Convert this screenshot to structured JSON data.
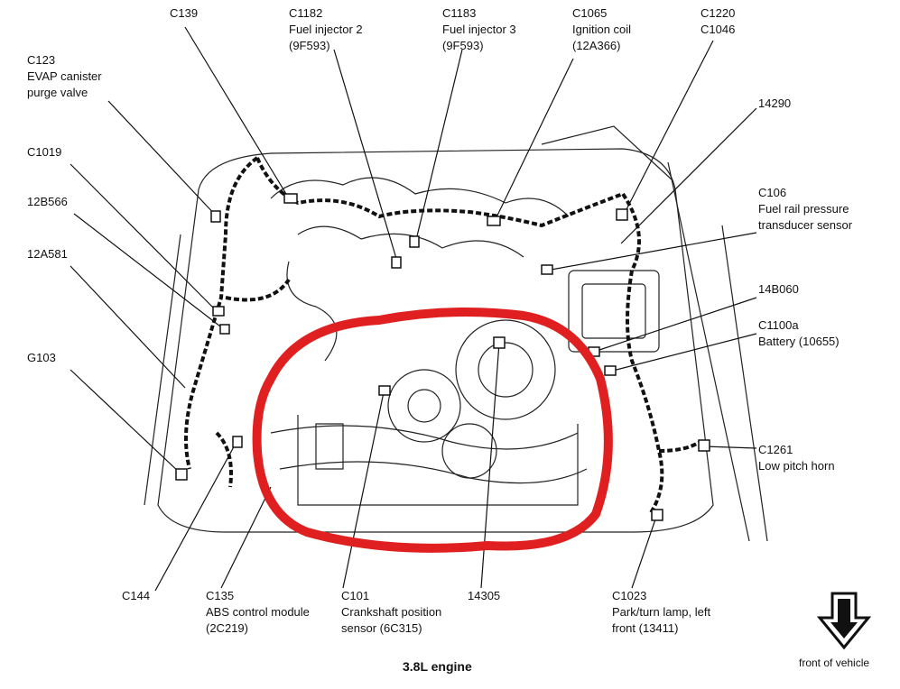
{
  "diagram": {
    "title": "3.8L engine",
    "direction_label": "front of vehicle",
    "direction_icon": "down-arrow-icon",
    "highlight_color": "#e02020",
    "line_color": "#111111"
  },
  "labels": [
    {
      "id": "c139",
      "lines": [
        "C139"
      ]
    },
    {
      "id": "c1182",
      "lines": [
        "C1182",
        "Fuel injector 2",
        "(9F593)"
      ]
    },
    {
      "id": "c1183",
      "lines": [
        "C1183",
        "Fuel injector 3",
        "(9F593)"
      ]
    },
    {
      "id": "c1065",
      "lines": [
        "C1065",
        "Ignition coil",
        "(12A366)"
      ]
    },
    {
      "id": "c1220",
      "lines": [
        "C1220",
        "C1046"
      ]
    },
    {
      "id": "c123",
      "lines": [
        "C123",
        "EVAP canister",
        "purge valve"
      ]
    },
    {
      "id": "l14290",
      "lines": [
        "14290"
      ]
    },
    {
      "id": "c1019",
      "lines": [
        "C1019"
      ]
    },
    {
      "id": "c106",
      "lines": [
        "C106",
        "Fuel rail pressure",
        "transducer sensor"
      ]
    },
    {
      "id": "l12b566",
      "lines": [
        "12B566"
      ]
    },
    {
      "id": "l12a581",
      "lines": [
        "12A581"
      ]
    },
    {
      "id": "l14b060",
      "lines": [
        "14B060"
      ]
    },
    {
      "id": "c1100a",
      "lines": [
        "C1100a",
        "Battery (10655)"
      ]
    },
    {
      "id": "g103",
      "lines": [
        "G103"
      ]
    },
    {
      "id": "c1261",
      "lines": [
        "C1261",
        "Low pitch horn"
      ]
    },
    {
      "id": "c144",
      "lines": [
        "C144"
      ]
    },
    {
      "id": "c135",
      "lines": [
        "C135",
        "ABS control module",
        "(2C219)"
      ]
    },
    {
      "id": "c101",
      "lines": [
        "C101",
        "Crankshaft position",
        "sensor (6C315)"
      ]
    },
    {
      "id": "l14305",
      "lines": [
        "14305"
      ]
    },
    {
      "id": "c1023",
      "lines": [
        "C1023",
        "Park/turn lamp, left",
        "front (13411)"
      ]
    }
  ]
}
